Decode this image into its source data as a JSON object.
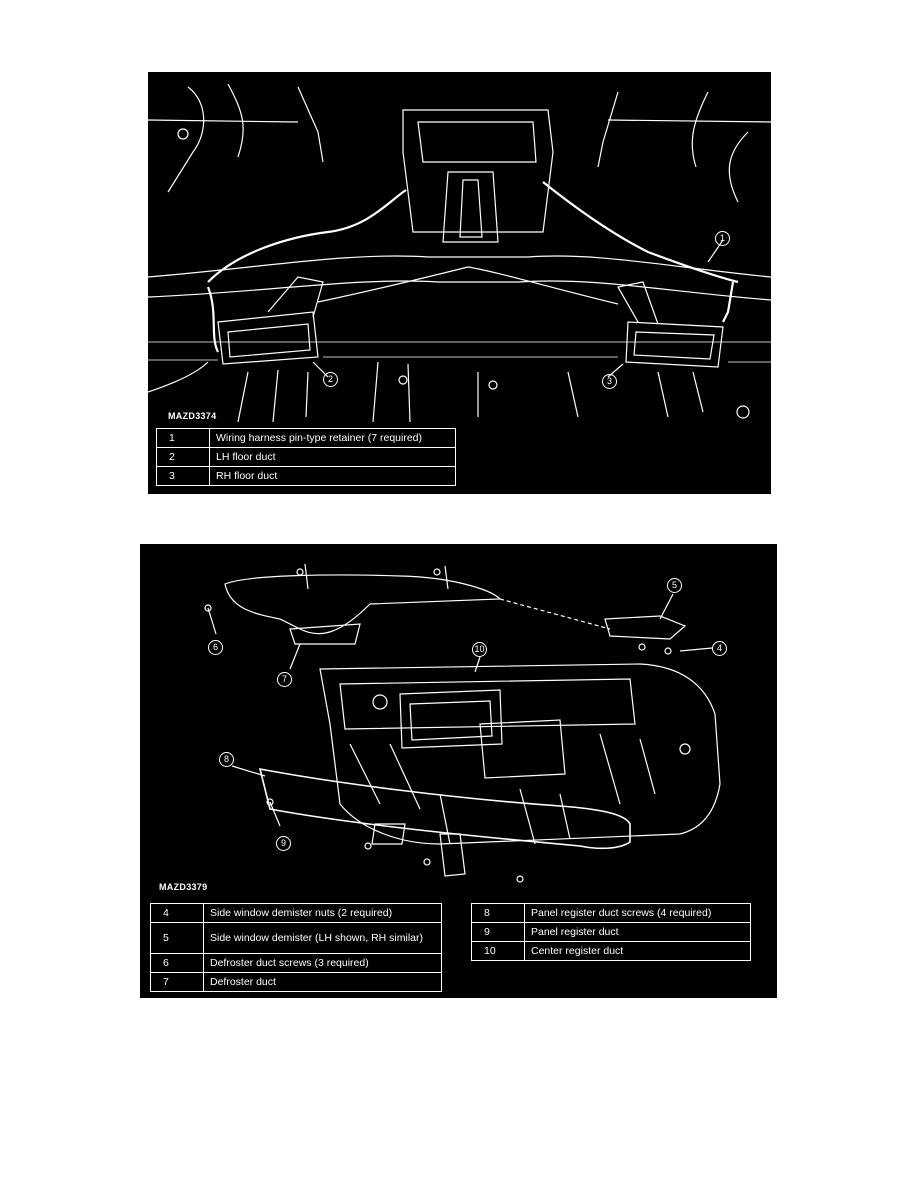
{
  "figure1": {
    "code": "MAZD3374",
    "callouts": [
      "1",
      "2",
      "3"
    ],
    "legend": [
      {
        "num": "1",
        "label": "Wiring harness pin-type retainer (7 required)"
      },
      {
        "num": "2",
        "label": "LH floor duct"
      },
      {
        "num": "3",
        "label": "RH floor duct"
      }
    ]
  },
  "figure2": {
    "code": "MAZD3379",
    "callouts": [
      "4",
      "5",
      "6",
      "7",
      "8",
      "9",
      "10"
    ],
    "legend_left": [
      {
        "num": "4",
        "label": "Side window demister nuts (2 required)"
      },
      {
        "num": "5",
        "label": "Side window demister (LH shown, RH similar)"
      },
      {
        "num": "6",
        "label": "Defroster duct screws (3 required)"
      },
      {
        "num": "7",
        "label": "Defroster duct"
      }
    ],
    "legend_right": [
      {
        "num": "8",
        "label": "Panel register duct screws (4 required)"
      },
      {
        "num": "9",
        "label": "Panel register duct"
      },
      {
        "num": "10",
        "label": "Center register duct"
      }
    ]
  }
}
